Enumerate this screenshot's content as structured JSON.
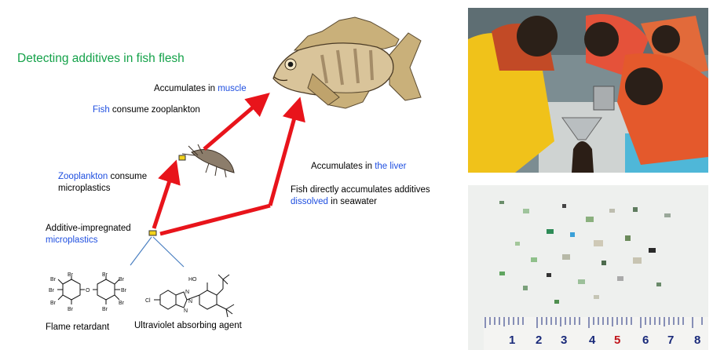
{
  "title": "Detecting additives in fish flesh",
  "labels": {
    "muscle_prefix": "Accumulates in ",
    "muscle_word": "muscle",
    "fish_consume_word": "Fish",
    "fish_consume_rest": " consume zooplankton",
    "zoo_word": "Zooplankton",
    "zoo_rest_1": " consume",
    "zoo_rest_2": "microplastics",
    "liver_prefix": "Accumulates in ",
    "liver_word": "the liver",
    "direct_line1": "Fish directly accumulates additives",
    "direct_word": "dissolved",
    "direct_rest": " in seawater",
    "additive_line1": "Additive-impregnated",
    "additive_line2": "microplastics",
    "flame": "Flame retardant",
    "uv": "Ultraviolet absorbing agent"
  },
  "molecule": {
    "br": "Br",
    "o": "O",
    "cl": "Cl",
    "ho": "HO",
    "n": "N"
  },
  "ruler": {
    "numbers": [
      "1",
      "2",
      "3",
      "4",
      "5",
      "6",
      "7",
      "8"
    ]
  },
  "colors": {
    "arrow": "#e8141b",
    "title": "#15a24a",
    "highlight": "#1f4fe0",
    "branch": "#4a7fc1"
  }
}
